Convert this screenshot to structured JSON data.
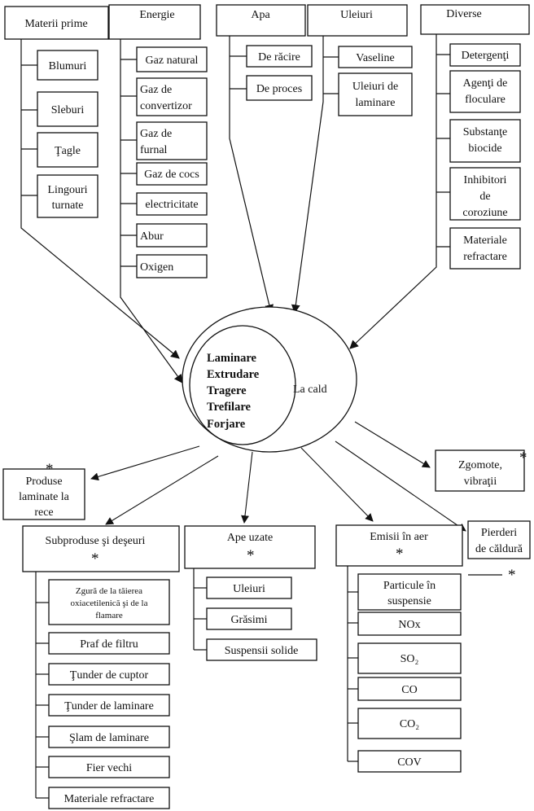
{
  "inputs": {
    "materii_prime": {
      "title": "Materii prime",
      "items": [
        "Blumuri",
        "Sleburi",
        "Ţagle",
        [
          "Lingouri",
          "turnate"
        ]
      ]
    },
    "energie": {
      "title": "Energie",
      "items": [
        "Gaz natural",
        [
          "Gaz de",
          "convertizor"
        ],
        [
          "Gaz de",
          "furnal"
        ],
        "Gaz de cocs",
        "electricitate",
        "Abur",
        "Oxigen"
      ]
    },
    "apa": {
      "title": "Apa",
      "items": [
        "De răcire",
        "De proces"
      ]
    },
    "uleiuri": {
      "title": "Uleiuri",
      "items": [
        "Vaseline",
        [
          "Uleiuri de",
          "laminare"
        ]
      ]
    },
    "diverse": {
      "title": "Diverse",
      "items": [
        "Detergenţi",
        [
          "Agenţi de",
          "floculare"
        ],
        [
          "Substanţe",
          "biocide"
        ],
        [
          "Inhibitori",
          "de",
          "coroziune"
        ],
        [
          "Materiale",
          "refractare"
        ]
      ]
    }
  },
  "center": {
    "inner_lines": [
      "Laminare",
      "Extrudare",
      "Tragere",
      "Trefilare",
      "Forjare"
    ],
    "outer_label": "La cald"
  },
  "outputs": {
    "produse": {
      "lines": [
        "Produse",
        "laminate la",
        "rece"
      ],
      "star": "*"
    },
    "zgomote": {
      "lines": [
        "Zgomote,",
        "vibraţii"
      ],
      "star": "*"
    },
    "pierderi": {
      "lines": [
        "Pierderi",
        "de căldură"
      ],
      "star": "*"
    },
    "subproduse": {
      "title": "Subproduse şi deşeuri",
      "star": "*",
      "items": [
        [
          "Zgură de la tăierea",
          "oxiacetilenică şi de la",
          "flamare"
        ],
        "Praf de filtru",
        "Ţunder de cuptor",
        "Ţunder de laminare",
        "Şlam de laminare",
        "Fier vechi",
        "Materiale refractare"
      ]
    },
    "ape_uzate": {
      "title": "Ape uzate",
      "star": "*",
      "items": [
        "Uleiuri",
        "Grăsimi",
        "Suspensii solide"
      ]
    },
    "emisii": {
      "title": "Emisii în aer",
      "star": "*",
      "items": [
        [
          "Particule în",
          "suspensie"
        ],
        "NOx",
        "SO₂",
        "CO",
        "CO₂",
        "COV"
      ]
    }
  }
}
